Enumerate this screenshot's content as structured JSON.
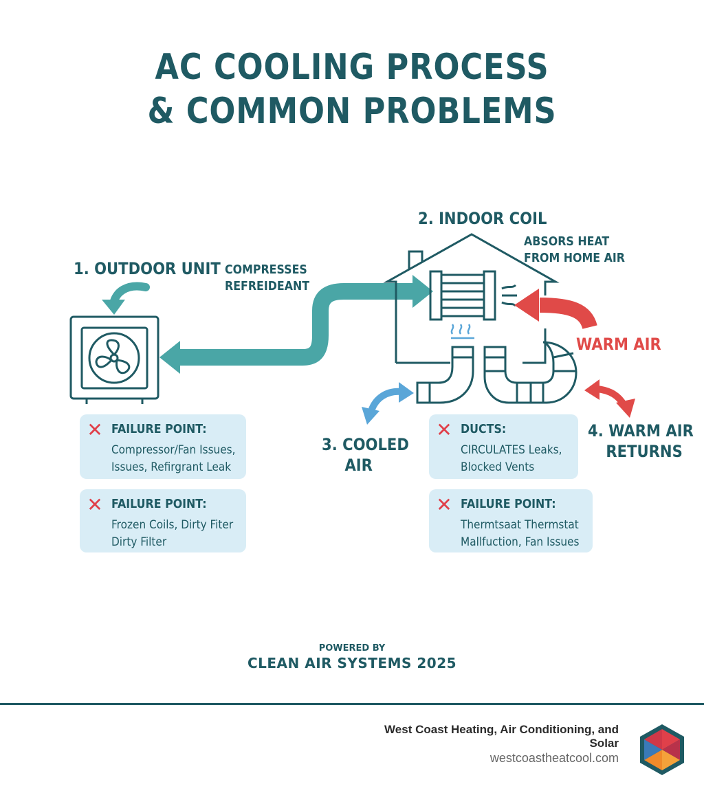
{
  "title": {
    "line1": "AC COOLING PROCESS",
    "line2": "& COMMON PROBLEMS"
  },
  "steps": {
    "outdoor_unit": "1. OUTDOOR UNIT",
    "indoor_coil": "2. INDOOR COIL",
    "cooled_air_line1": "3. COOLED",
    "cooled_air_line2": "AIR",
    "warm_returns_line1": "4. WARM AIR",
    "warm_returns_line2": "RETURNS"
  },
  "annotations": {
    "compresses_line1": "COMPRESSES",
    "compresses_line2": "REFREIDEANT",
    "absorbs_line1": "ABSORS HEAT",
    "absorbs_line2": "FROM HOME AIR",
    "warm_air": "WARM AIR"
  },
  "cards": [
    {
      "heading": "FAILURE POINT:",
      "line1": "Compressor/Fan Issues,",
      "line2": "Issues, Refirgrant Leak"
    },
    {
      "heading": "FAILURE POINT:",
      "line1": "Frozen Coils, Dirty Fiter",
      "line2": "Dirty Filter"
    },
    {
      "heading": "DUCTS:",
      "line1": "CIRCULATES Leaks,",
      "line2": "Blocked Vents"
    },
    {
      "heading": "FAILURE POINT:",
      "line1": "Thermtsaat Thermstat",
      "line2": "Mallfuction, Fan Issues"
    }
  ],
  "icons": {
    "fail_mark": "✕"
  },
  "powered": {
    "by": "POWERED BY",
    "name": "CLEAN AIR SYSTEMS 2025"
  },
  "footer": {
    "company": "West Coast Heating, Air Conditioning, and Solar",
    "url": "westcoastheatcool.com"
  },
  "colors": {
    "primary": "#1f5a63",
    "teal": "#4aa6a6",
    "warm": "#e04a48",
    "cool": "#5aa6d8",
    "card": "#d9edf6"
  }
}
